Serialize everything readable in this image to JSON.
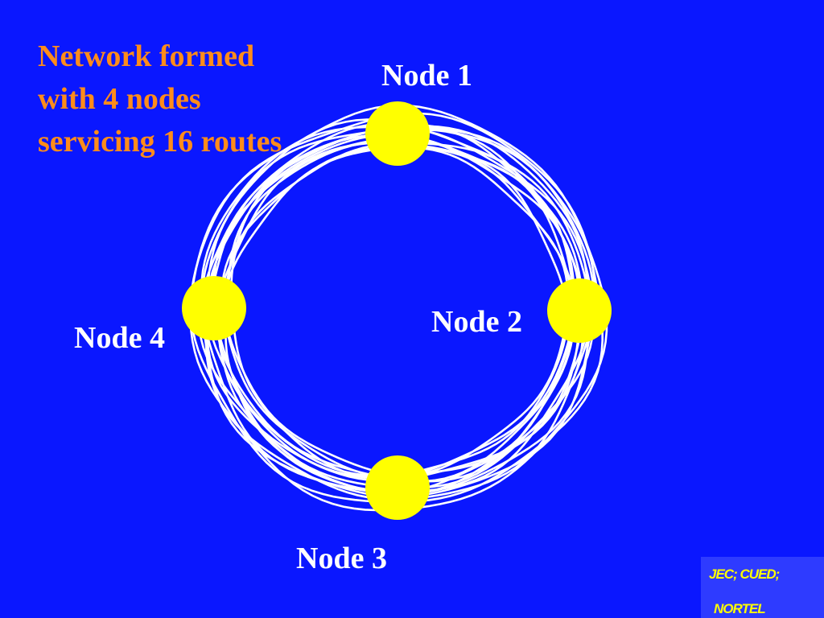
{
  "title": {
    "lines": [
      "Network formed",
      "with 4 nodes",
      "servicing 16 routes"
    ]
  },
  "nodes": [
    {
      "label": "Node 1"
    },
    {
      "label": "Node 2"
    },
    {
      "label": "Node 3"
    },
    {
      "label": "Node 4"
    }
  ],
  "footer": {
    "line1": "JEC; CUED;",
    "line2": "NORTEL"
  },
  "colors": {
    "background": "#0A17FF",
    "title_text": "#FF8C1A",
    "node_fill": "#FFFF00",
    "route_line": "#FFFFFF",
    "footer_background": "#2E3BFF",
    "footer_text": "#FFFF00"
  },
  "route_count": 16
}
